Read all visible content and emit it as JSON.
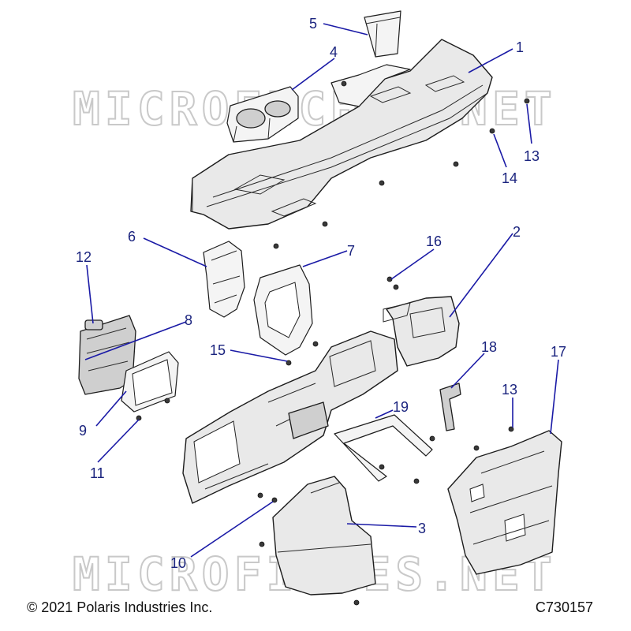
{
  "diagram": {
    "watermark_text": "MICROFICHES.NET",
    "copyright": "© 2021 Polaris Industries Inc.",
    "code": "C730157",
    "callouts": {
      "c1": "1",
      "c2": "2",
      "c3": "3",
      "c4": "4",
      "c5": "5",
      "c6": "6",
      "c7": "7",
      "c8": "8",
      "c9": "9",
      "c10": "10",
      "c11": "11",
      "c12": "12",
      "c13a": "13",
      "c13b": "13",
      "c14": "14",
      "c15": "15",
      "c16": "16",
      "c17": "17",
      "c18": "18",
      "c19": "19"
    }
  }
}
